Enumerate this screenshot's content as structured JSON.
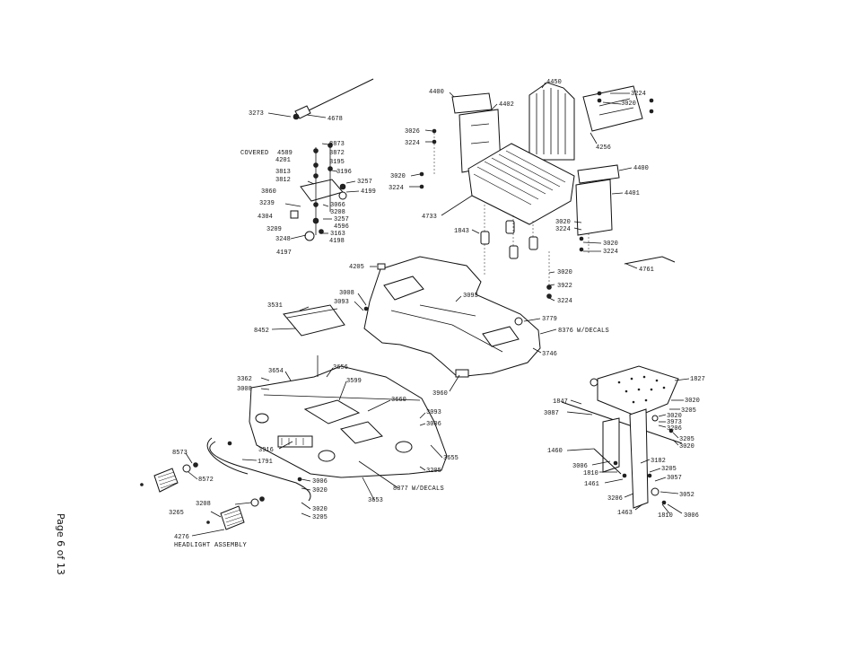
{
  "page_label": "Page 6 of 13",
  "captions": {
    "covered": "COVERED",
    "w_decals_a": "W/DECALS",
    "w_decals_b": "W/DECALS",
    "headlight": "HEADLIGHT ASSEMBLY"
  },
  "labels": {
    "l3273": "3273",
    "l4678": "4678",
    "l4589": "4589",
    "l3873": "3873",
    "l4201": "4201",
    "l3872": "3872",
    "l3195": "3195",
    "l3813": "3813",
    "l3196": "3196",
    "l3812": "3812",
    "l3257a": "3257",
    "l3860": "3860",
    "l4199": "4199",
    "l3239": "3239",
    "l3066": "3066",
    "l3208a": "3208",
    "l4304": "4304",
    "l3257b": "3257",
    "l4596": "4596",
    "l3209": "3209",
    "l3163": "3163",
    "l3248": "3248",
    "l4198": "4198",
    "l4197": "4197",
    "l4400a": "4400",
    "l4402": "4402",
    "l4450": "4450",
    "l3224top": "3224",
    "l3020top": "3020",
    "l4256": "4256",
    "l3026": "3026",
    "l3224a": "3224",
    "l3020a": "3020",
    "l3224b": "3224",
    "l4400b": "4400",
    "l4401": "4401",
    "l4733": "4733",
    "l1843": "1843",
    "l3020b": "3020",
    "l3224c": "3224",
    "l3020c": "3020",
    "l3224d": "3224",
    "l4761": "4761",
    "l4205": "4205",
    "l3020d": "3020",
    "l3922": "3922",
    "l3224e": "3224",
    "l3008a": "3008",
    "l3093a": "3093",
    "l3093b": "3093",
    "l3531": "3531",
    "l8452": "8452",
    "l3779": "3779",
    "l8376": "8376",
    "l3746": "3746",
    "l3362": "3362",
    "l3654": "3654",
    "l3656": "3656",
    "l3008b": "3008",
    "l3599": "3599",
    "l3660": "3660",
    "l3960": "3960",
    "l3093c": "3093",
    "l3006a": "3006",
    "l8573": "8573",
    "l3916": "3916",
    "l3655": "3655",
    "l1791": "1791",
    "l3205a": "3205",
    "l8572": "8572",
    "l3006b": "3006",
    "l3020e": "3020",
    "l8377": "8377",
    "l3653": "3653",
    "l3208b": "3208",
    "l3020f": "3020",
    "l3265": "3265",
    "l3205b": "3205",
    "l4276": "4276",
    "l1827": "1827",
    "l1847": "1847",
    "l3020g": "3020",
    "l3087": "3087",
    "l3205c": "3205",
    "l3020h": "3020",
    "l3973": "3973",
    "l3206": "3206",
    "l3205d": "3205",
    "l3020i": "3020",
    "l1460": "1460",
    "l3182": "3182",
    "l3006c": "3006",
    "l3205e": "3205",
    "l1810a": "1810",
    "l3057": "3057",
    "l1461": "1461",
    "l3206b": "3206",
    "l3052": "3052",
    "l1463": "1463",
    "l1810b": "1810",
    "l3006d": "3006"
  }
}
